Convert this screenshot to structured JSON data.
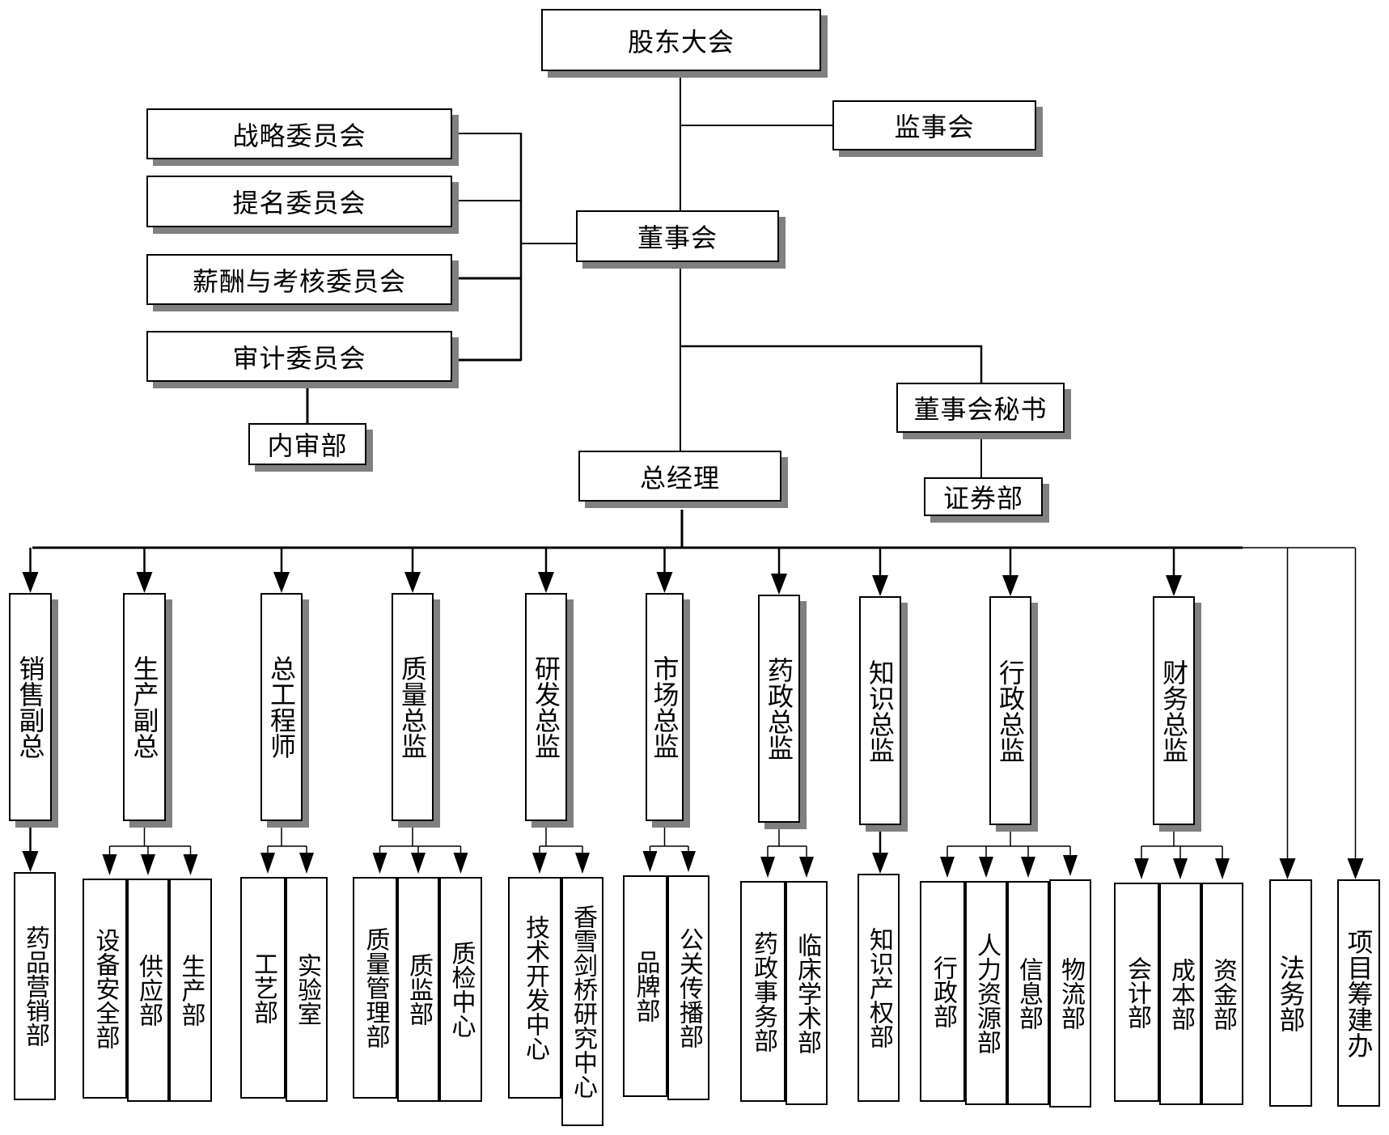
{
  "top": {
    "shareholders": "股东大会",
    "supervisors": "监事会",
    "board": "董事会",
    "board_secretary": "董事会秘书",
    "securities_dept": "证券部",
    "general_manager": "总经理",
    "internal_audit": "内审部"
  },
  "committees": [
    "战略委员会",
    "提名委员会",
    "薪酬与考核委员会",
    "审计委员会"
  ],
  "directors": [
    {
      "name": "销售副总",
      "departments": [
        "药品营销部"
      ]
    },
    {
      "name": "生产副总",
      "departments": [
        "设备安全部",
        "供应部",
        "生产部"
      ]
    },
    {
      "name": "总工程师",
      "departments": [
        "工艺部",
        "实验室"
      ]
    },
    {
      "name": "质量总监",
      "departments": [
        "质量管理部",
        "质监部",
        "质检中心"
      ]
    },
    {
      "name": "研发总监",
      "departments": [
        "技术开发中心",
        "香雪剑桥研究中心"
      ]
    },
    {
      "name": "市场总监",
      "departments": [
        "品牌部",
        "公关传播部"
      ]
    },
    {
      "name": "药政总监",
      "departments": [
        "药政事务部",
        "临床学术部"
      ]
    },
    {
      "name": "知识总监",
      "departments": [
        "知识产权部"
      ]
    },
    {
      "name": "行政总监",
      "departments": [
        "行政部",
        "人力资源部",
        "信息部",
        "物流部"
      ]
    },
    {
      "name": "财务总监",
      "departments": [
        "会计部",
        "成本部",
        "资金部"
      ]
    }
  ],
  "direct_departments": [
    "法务部",
    "项目筹建办"
  ]
}
